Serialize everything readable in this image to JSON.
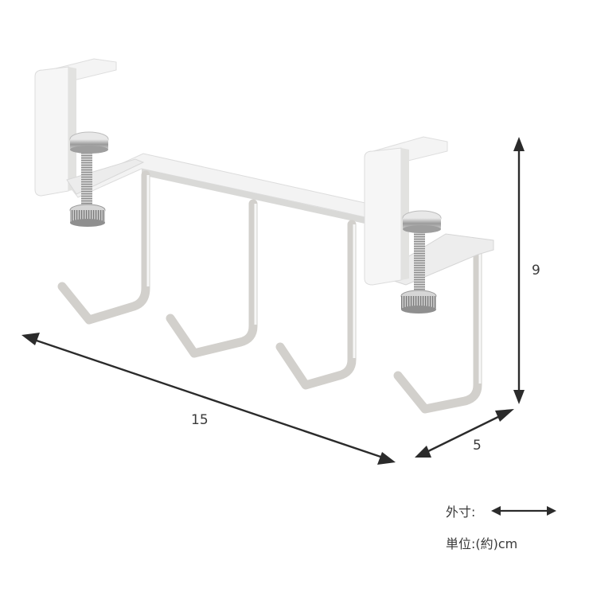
{
  "product": {
    "name": "under-shelf clamp hook rack",
    "hook_count": 4,
    "clamp_count": 2,
    "colors": {
      "body": "#f2f2f2",
      "body_shade": "#d6d6d4",
      "hook_shade": "#c9c7c3",
      "screw_metal": "#b8b8b8",
      "screw_dark": "#7d7d7d",
      "arrow": "#2b2b2b",
      "text": "#3a3a3a"
    }
  },
  "dimensions": {
    "width": "15",
    "depth": "5",
    "height": "9"
  },
  "legend": {
    "outer_dim_label": "外寸:",
    "unit_label": "単位:(約)cm"
  }
}
